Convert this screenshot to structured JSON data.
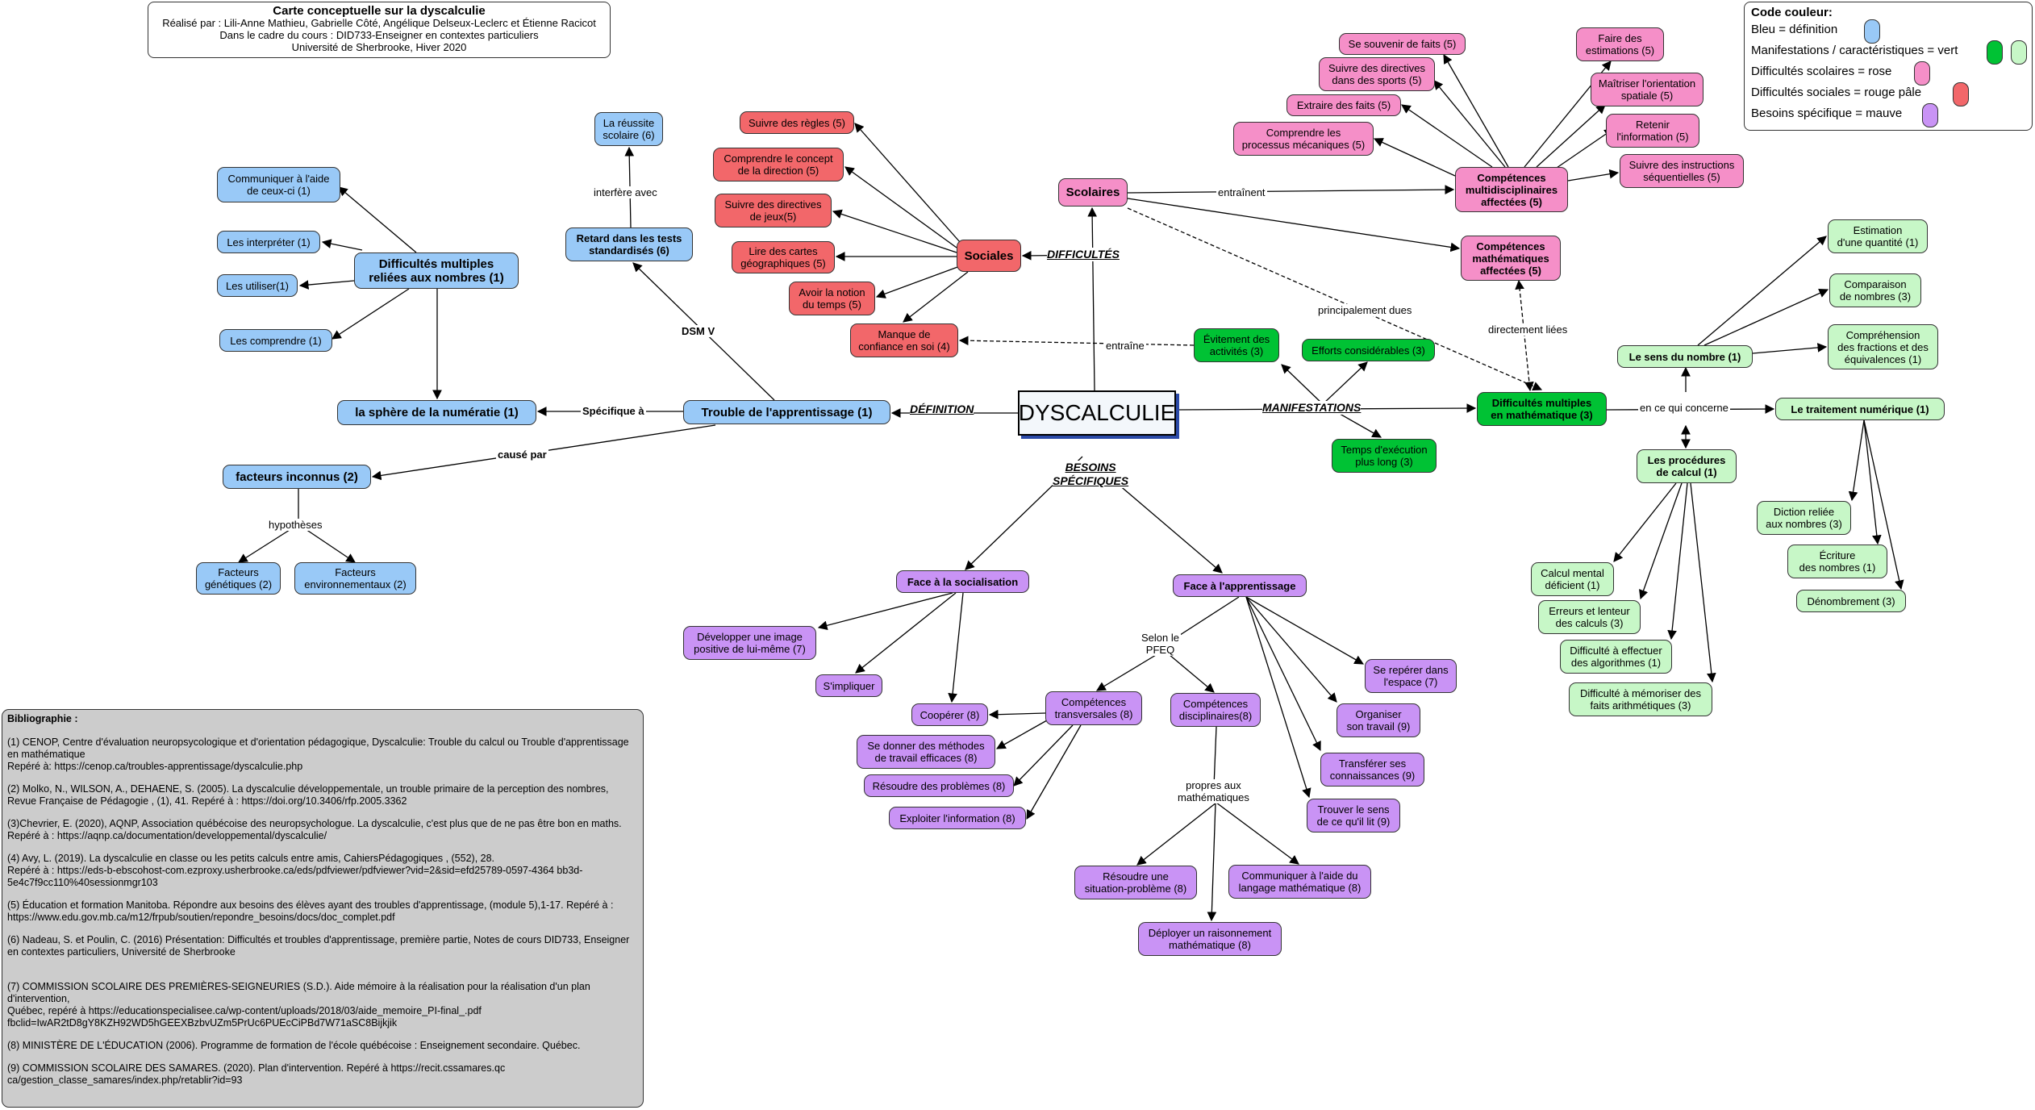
{
  "header": {
    "title": "Carte conceptuelle sur la dyscalculie",
    "line1": "Réalisé par : Lili-Anne Mathieu, Gabrielle Côté, Angélique Delseux-Leclerc et Étienne Racicot",
    "line2": "Dans le cadre du cours : DID733-Enseigner en contextes particuliers",
    "line3": "Université de Sherbrooke, Hiver 2020"
  },
  "legend": {
    "title": "Code couleur:",
    "rows": [
      {
        "label": "Bleu = définition",
        "color": "#99c9f7"
      },
      {
        "label": "Manifestations / caractéristiques = vert",
        "color": "#00c234",
        "color2": "#c7f7c7"
      },
      {
        "label": "Difficultés scolaires = rose",
        "color": "#f58fc8"
      },
      {
        "label": "Difficultés sociales = rouge pâle",
        "color": "#f2676a"
      },
      {
        "label": "Besoins spécifique = mauve",
        "color": "#c993f5"
      }
    ]
  },
  "center": {
    "label": "DYSCALCULIE"
  },
  "branch_labels": {
    "definition": "DÉFINITION",
    "difficultes": "DIFFICULTÉS",
    "manifestations": "MANIFESTATIONS",
    "besoins": "BESOINS\nSPÉCIFIQUES"
  },
  "nodes": {
    "trouble": "Trouble de l'apprentissage (1)",
    "sphere": "la sphère de la numératie (1)",
    "facteurs": "facteurs inconnus (2)",
    "fact_gen": "Facteurs\ngénétiques (2)",
    "fact_env": "Facteurs\nenvironnementaux (2)",
    "diff_mult_nb": "Difficultés multiples\nreliées aux nombres (1)",
    "communiquer": "Communiquer à l'aide\nde ceux-ci (1)",
    "interpreter": "Les interpréter (1)",
    "utiliser": "Les utiliser(1)",
    "comprendre": "Les comprendre (1)",
    "retard": "Retard dans les tests\nstandardisés (6)",
    "reussite": "La réussite\nscolaire (6)",
    "sociales": "Sociales",
    "regles": "Suivre des règles (5)",
    "concept_dir": "Comprendre le concept\nde la direction (5)",
    "directives_jeux": "Suivre des directives\nde jeux(5)",
    "cartes": "Lire des cartes\ngéographiques (5)",
    "temps": "Avoir la notion\ndu temps (5)",
    "confiance": "Manque de\nconfiance en soi (4)",
    "scolaires": "Scolaires",
    "comp_multi": "Compétences\nmultidisciplinaires\naffectées (5)",
    "comp_math": "Compétences\nmathématiques\naffectées (5)",
    "souvenir": "Se souvenir de faits (5)",
    "directives_sports": "Suivre des directives\ndans des sports (5)",
    "extraire": "Extraire des faits (5)",
    "processus": "Comprendre les\nprocessus mécaniques (5)",
    "estimations": "Faire des\nestimations (5)",
    "orientation": "Maîtriser l'orientation\nspatiale (5)",
    "retenir": "Retenir\nl'information (5)",
    "instructions": "Suivre des instructions\nséquentielles (5)",
    "evitement": "Évitement des\nactivités (3)",
    "efforts": "Efforts considérables (3)",
    "temps_exec": "Temps d'exécution\nplus long (3)",
    "diff_math": "Difficultés multiples\nen mathématique (3)",
    "sens_nombre": "Le sens du nombre (1)",
    "estimation_q": "Estimation\nd'une quantité (1)",
    "comparaison": "Comparaison\n de nombres (3)",
    "fractions": "Compréhension\ndes fractions et des\néquivalences (1)",
    "traitement": "Le traitement numérique (1)",
    "diction": "Diction reliée\naux nombres (3)",
    "ecriture": "Écriture\ndes nombres  (1)",
    "denombrement": "Dénombrement (3)",
    "procedures": "Les procédures\nde calcul (1)",
    "calcul_mental": "Calcul mental\ndéficient (1)",
    "erreurs": "Erreurs et lenteur\ndes calculs (3)",
    "algorithmes": "Difficulté à effectuer\ndes algorithmes (1)",
    "memoriser": "Difficulté à mémoriser des\nfaits arithmétiques (3)",
    "face_social": "Face à la socialisation",
    "image": "Développer une image\npositive de lui-même (7)",
    "impliquer": "S'impliquer",
    "cooperer": "Coopérer (8)",
    "face_app": "Face à l'apprentissage",
    "comp_trans": "Compétences\ntransversales (8)",
    "comp_disc": "Compétences\ndisciplinaires(8)",
    "methodes": "Se donner des méthodes\nde travail efficaces (8)",
    "resoudre_pb": "Résoudre des problèmes (8)",
    "exploiter": "Exploiter l'information (8)",
    "resoudre_sit": "Résoudre une\nsituation-problème (8)",
    "communiquer_lang": "Communiquer à l'aide du\nlangage mathématique (8)",
    "deployer": "Déployer un raisonnement\nmathématique (8)",
    "reperer": "Se repérer dans\nl'espace (7)",
    "organiser": "Organiser\nson travail (9)",
    "transferer": "Transférer ses\nconnaissances (9)",
    "trouver": "Trouver le sens\nde ce qu'il lit (9)"
  },
  "edge_labels": {
    "specifique": "Spécifique à",
    "cause": "causé par",
    "hypotheses": "hypothèses",
    "interfere": "interfère avec",
    "dsm": "DSM V",
    "entrainent": "entraînent",
    "entraine": "entraîne",
    "principalement": "principalement dues",
    "directement": "directement liées",
    "concerne": "en ce qui concerne",
    "pfeq": "Selon le\nPFEQ",
    "propres": "propres aux\nmathématiques"
  },
  "bibliography": {
    "title": "Bibliographie :",
    "entries": [
      "(1) CENOP,  Centre d'évaluation neuropsycologique et d'orientation pédagogique, Dyscalculie: Trouble du calcul ou Trouble d'apprentissage en mathématique\nRepéré à: https://cenop.ca/troubles-apprentissage/dyscalculie.php",
      "(2) Molko, N., WILSON, A., DEHAENE, S. (2005). La dyscalculie développementale, un trouble primaire de la perception des nombres, Revue Française de Pédagogie , (1), 41. Repéré à : https://doi.org/10.3406/rfp.2005.3362",
      "(3)Chevrier, E. (2020), AQNP, Association québécoise des neuropsychologue. La dyscalculie, c'est plus que de ne pas être bon en maths.\nRepéré à : https://aqnp.ca/documentation/developpemental/dyscalculie/",
      "(4) Avy, L. (2019). La dyscalculie en classe ou les petits calculs entre amis, CahiersPédagogiques , (552), 28.\nRepéré à : https://eds-b-ebscohost-com.ezproxy.usherbrooke.ca/eds/pdfviewer/pdfviewer?vid=2&sid=efd25789-0597-4364 bb3d-5e4c7f9cc110%40sessionmgr103",
      "(5) Éducation et formation Manitoba. Répondre aux besoins des élèves ayant des troubles d'apprentissage, (module 5),1-17. Repéré à : https://www.edu.gov.mb.ca/m12/frpub/soutien/repondre_besoins/docs/doc_complet.pdf",
      "(6) Nadeau, S. et Poulin, C. (2016) Présentation: Difficultés et troubles d'apprentissage, première partie, Notes de cours DID733, Enseigner en contextes particuliers, Université de Sherbrooke",
      "(7) COMMISSION SCOLAIRE DES PREMIÈRES-SEIGNEURIES (S.D.). Aide mémoire à la réalisation pour la réalisation d'un plan d'intervention,\nQuébec, repéré à https://educationspecialisee.ca/wp-content/uploads/2018/03/aide_memoire_PI-final_.pdf fbclid=IwAR2tD8gY8KZH92WD5hGEEXBzbvUZm5PrUc6PUEcCiPBd7W71aSC8Bijkjik",
      "(8) MINISTÈRE DE L'ÉDUCATION (2006). Programme de formation de l'école québécoise : Enseignement secondaire. Québec.",
      "(9) COMMISSION SCOLAIRE DES SAMARES. (2020). Plan d'intervention. Repéré à https://recit.cssamares.qc ca/gestion_classe_samares/index.php/retablir?id=93"
    ]
  }
}
